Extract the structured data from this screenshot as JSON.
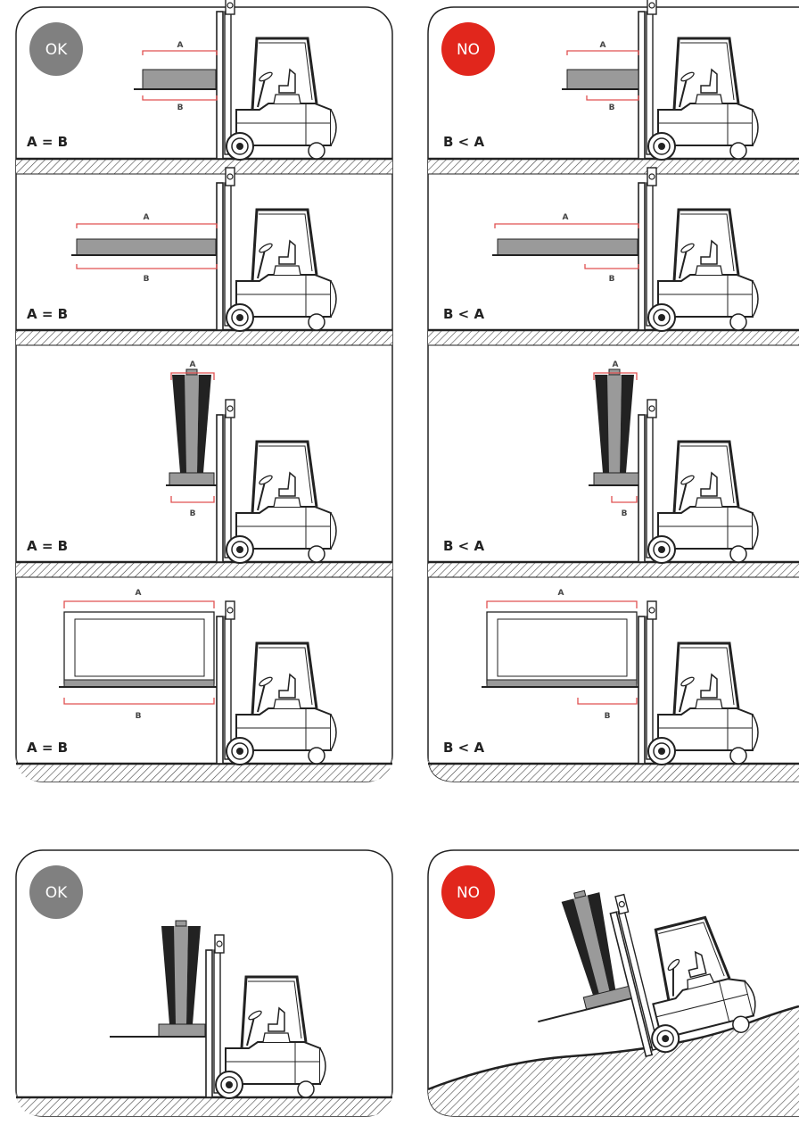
{
  "ok_label": "OK",
  "no_label": "NO",
  "dim_a": "A",
  "dim_b": "B",
  "colors": {
    "ok": "#808080",
    "no": "#e1261c",
    "dimension": "#e05050",
    "ink": "#222222",
    "load": "#9a9a9a"
  },
  "grid": {
    "ok_rows": [
      {
        "equation": "A = B"
      },
      {
        "equation": "A = B"
      },
      {
        "equation": "A = B"
      },
      {
        "equation": "A = B"
      }
    ],
    "no_rows": [
      {
        "equation": "B < A"
      },
      {
        "equation": "B < A"
      },
      {
        "equation": "B < A"
      },
      {
        "equation": "B < A"
      }
    ]
  },
  "bottom": {
    "ok_scene": "level ground",
    "no_scene": "uneven ground"
  }
}
